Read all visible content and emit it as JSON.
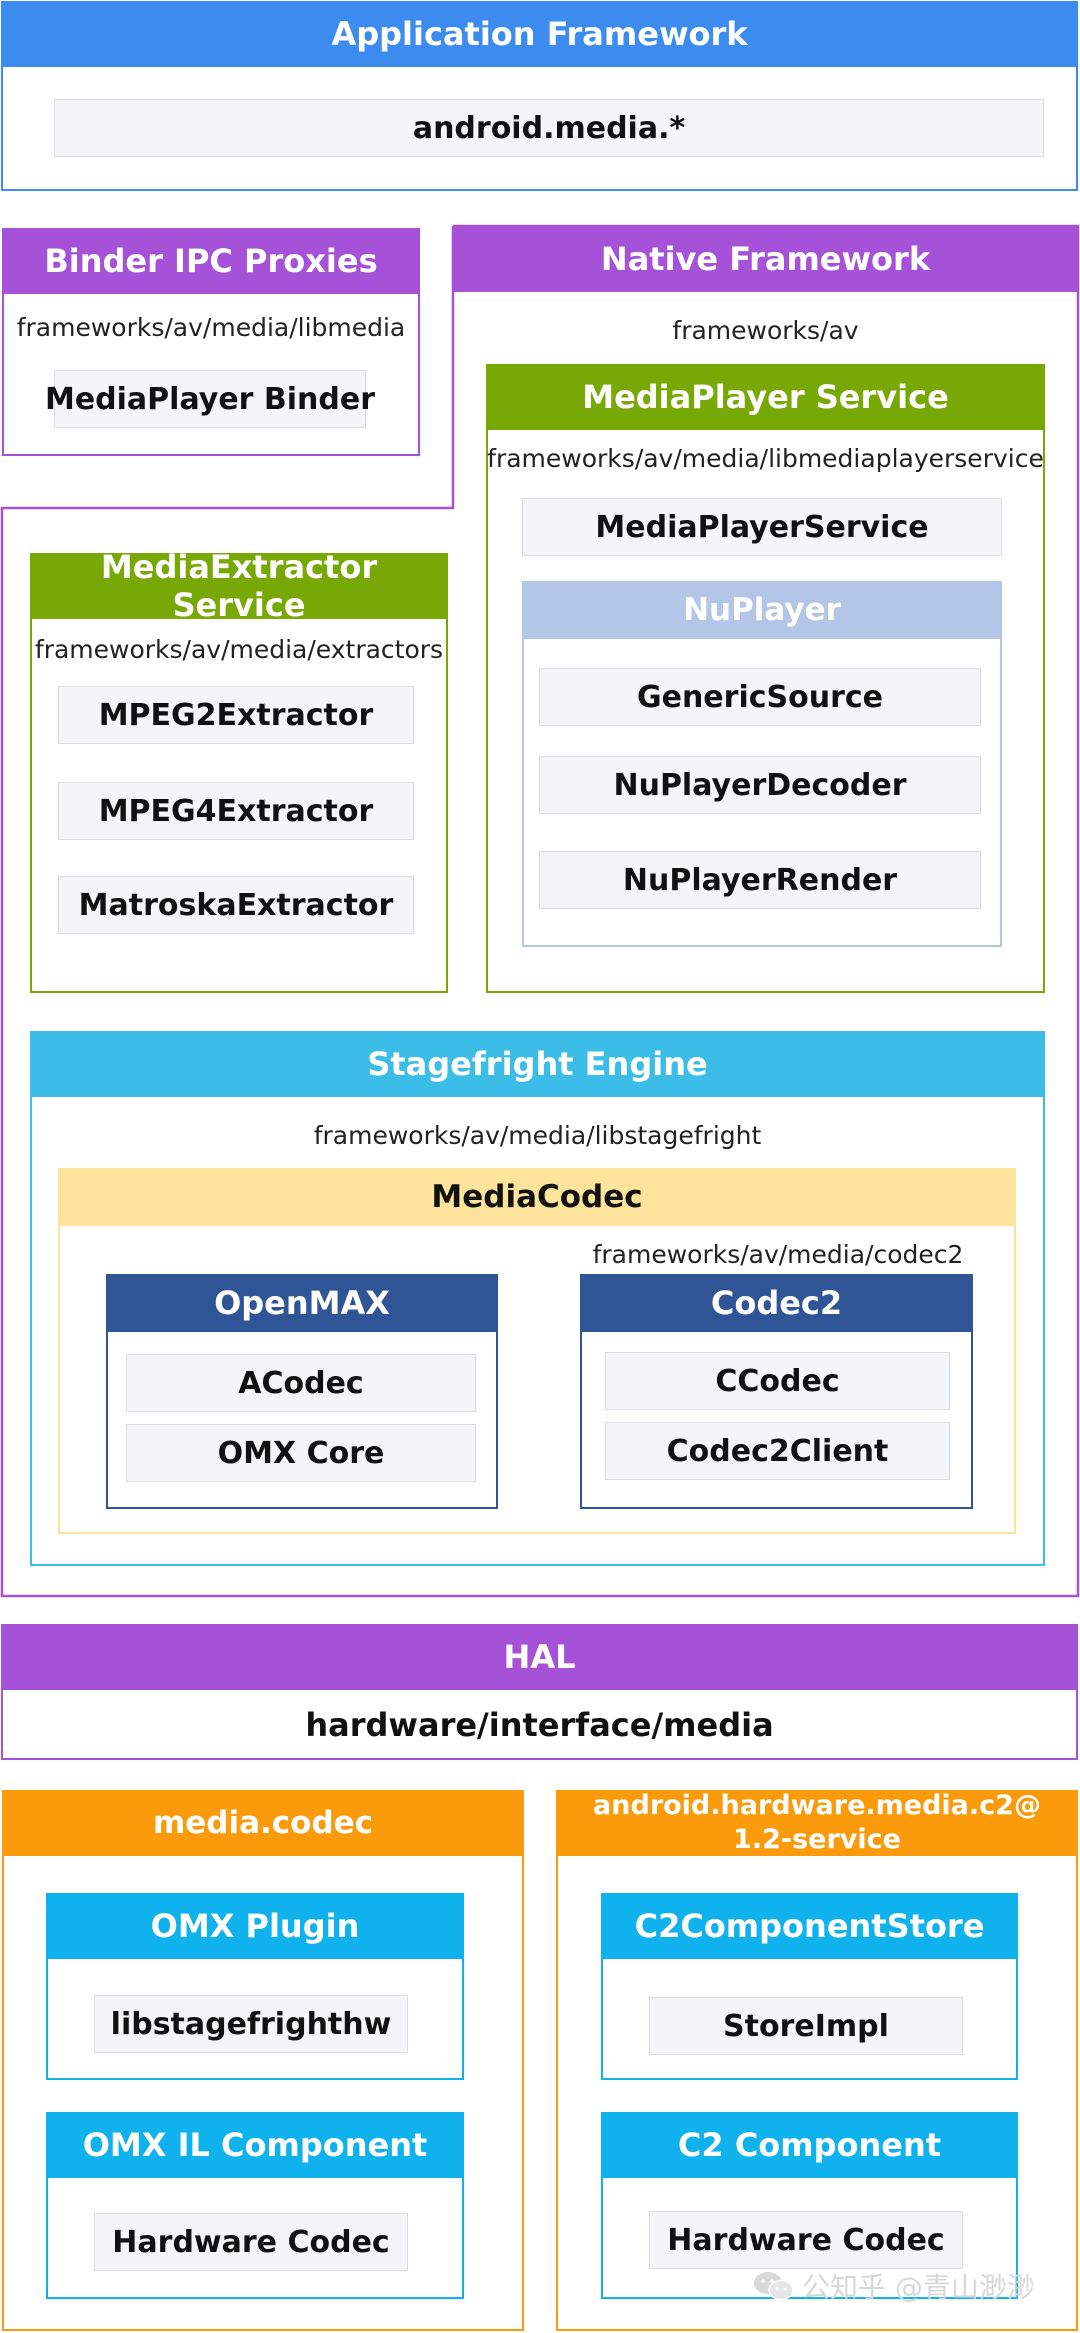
{
  "application_framework": {
    "title": "Application Framework",
    "item": "android.media.*"
  },
  "binder_ipc": {
    "title": "Binder IPC Proxies",
    "path": "frameworks/av/media/libmedia",
    "item": "MediaPlayer Binder"
  },
  "native_framework": {
    "title": "Native Framework",
    "path": "frameworks/av"
  },
  "mediaplayer_service": {
    "title": "MediaPlayer Service",
    "path": "frameworks/av/media/libmediaplayerservice",
    "item": "MediaPlayerService",
    "nuplayer": {
      "title": "NuPlayer",
      "items": [
        "GenericSource",
        "NuPlayerDecoder",
        "NuPlayerRender"
      ]
    }
  },
  "mediaextractor_service": {
    "title": "MediaExtractor Service",
    "path": "frameworks/av/media/extractors",
    "items": [
      "MPEG2Extractor",
      "MPEG4Extractor",
      "MatroskaExtractor"
    ]
  },
  "stagefright": {
    "title": "Stagefright Engine",
    "path": "frameworks/av/media/libstagefright",
    "mediacodec": {
      "title": "MediaCodec",
      "codec2_path": "frameworks/av/media/codec2",
      "openmax": {
        "title": "OpenMAX",
        "items": [
          "ACodec",
          "OMX Core"
        ]
      },
      "codec2": {
        "title": "Codec2",
        "items": [
          "CCodec",
          "Codec2Client"
        ]
      }
    }
  },
  "hal": {
    "title": "HAL",
    "path": "hardware/interface/media"
  },
  "media_codec": {
    "title": "media.codec",
    "omx_plugin": {
      "title": "OMX Plugin",
      "item": "libstagefrighthw"
    },
    "omx_il": {
      "title": "OMX IL Component",
      "item": "Hardware Codec"
    }
  },
  "c2_service": {
    "title_line1": "android.hardware.media.c2@",
    "title_line2": "1.2-service",
    "store": {
      "title": "C2ComponentStore",
      "item": "StoreImpl"
    },
    "component": {
      "title": "C2 Component",
      "item": "Hardware Codec"
    }
  },
  "watermark": {
    "text": "公知乎 @青山渺渺",
    "icon": "wechat-icon"
  },
  "colors": {
    "blue": "#3c8cf0",
    "purple": "#a552d8",
    "green": "#78a806",
    "sky": "#3bbde8",
    "nuplayer": "#b4c6e8",
    "mediacodec": "#fee49b",
    "navy": "#2f5597",
    "orange": "#fb9a0a",
    "cyan": "#0fb2ec"
  }
}
